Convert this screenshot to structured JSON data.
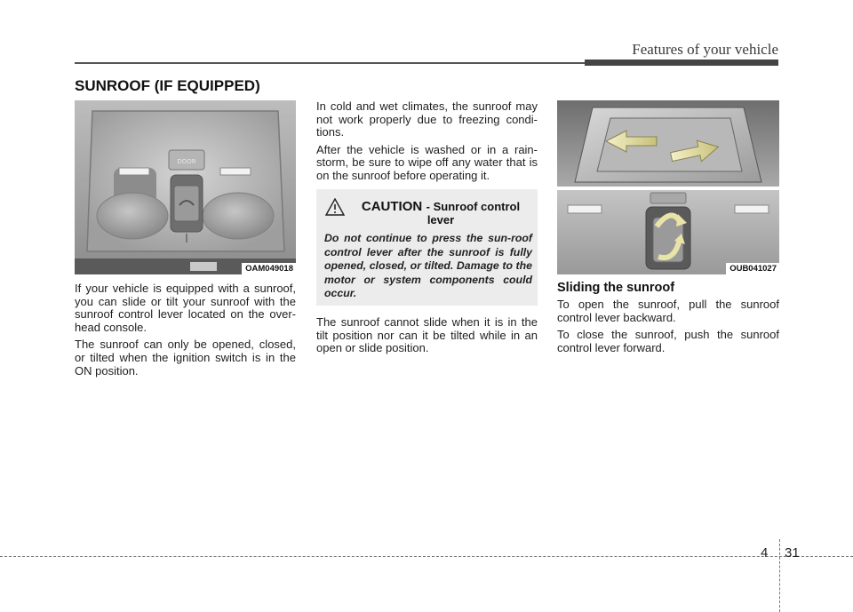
{
  "header": {
    "title": "Features of your vehicle"
  },
  "section": {
    "title": "SUNROOF (IF EQUIPPED)"
  },
  "figure_left": {
    "code": "OAM049018",
    "button_label": "DOOR"
  },
  "col1": {
    "p1": "If your vehicle is equipped with a sunroof, you can slide or tilt your sunroof with the sunroof control lever located on the over-head console.",
    "p2": "The sunroof can only be opened, closed, or tilted when the ignition switch is in the ON position."
  },
  "col2": {
    "p1": "In cold and wet climates, the sunroof may not work properly due to freezing condi-tions.",
    "p2": "After the vehicle is washed or in a rain-storm, be sure to wipe off any water that is on the sunroof before operating it.",
    "p3": "The sunroof cannot slide when it is in the tilt position nor can it be tilted while in an open or slide position."
  },
  "caution": {
    "label": "CAUTION",
    "subject": "- Sunroof control lever",
    "body": "Do not continue to press the sun-roof control lever after the sunroof is fully opened, closed, or tilted. Damage to the motor or system components could occur."
  },
  "figure_right": {
    "code": "OUB041027"
  },
  "col3": {
    "heading": "Sliding the sunroof",
    "p1": "To open the sunroof, pull the sunroof control lever backward.",
    "p2": "To close the sunroof, push the sunroof control lever forward."
  },
  "footer": {
    "chapter": "4",
    "page": "31"
  }
}
